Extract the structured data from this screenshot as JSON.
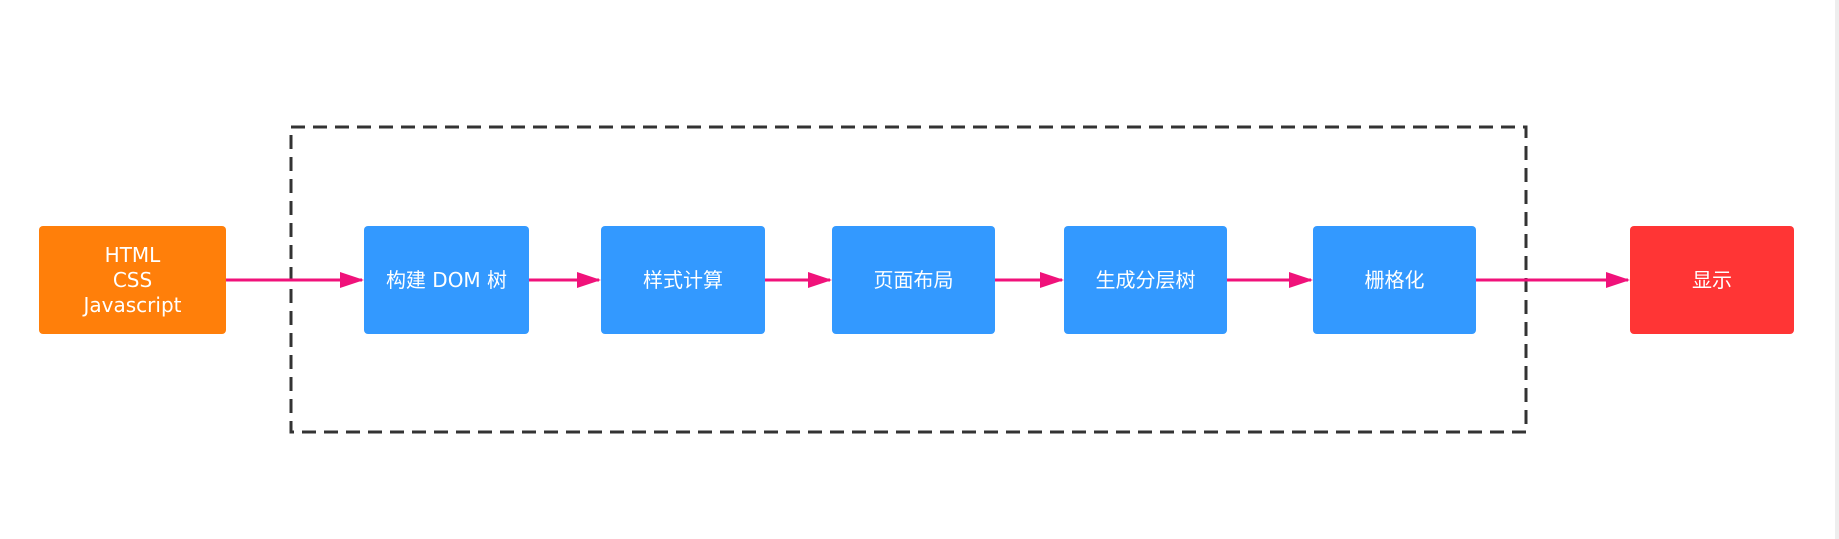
{
  "input_node": {
    "lines": [
      "HTML",
      "CSS",
      "Javascript"
    ],
    "color": "#ff7f0a"
  },
  "pipeline": {
    "stages": [
      {
        "label": "构建 DOM 树"
      },
      {
        "label": "样式计算"
      },
      {
        "label": "页面布局"
      },
      {
        "label": "生成分层树"
      },
      {
        "label": "栅格化"
      }
    ],
    "color": "#3399ff",
    "boundary_style": "dashed"
  },
  "output_node": {
    "label": "显示",
    "color": "#ff3535"
  },
  "arrow_color": "#f0127a",
  "boundary_color": "#333333"
}
